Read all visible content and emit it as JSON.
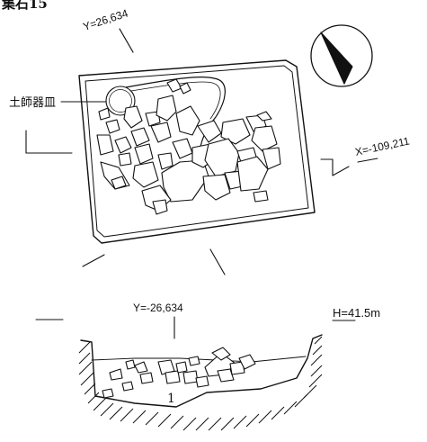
{
  "title": "集石15",
  "plan": {
    "coord_top": "Y=26,634",
    "coord_right": "X=-109,211",
    "label_plate": "土師器皿"
  },
  "section": {
    "coord_top": "Y=-26,634",
    "height": "H=41.5m",
    "layer": "1"
  },
  "icons": {
    "north": "north-arrow-icon"
  },
  "colors": {
    "ink": "#111111",
    "paper": "#ffffff"
  }
}
